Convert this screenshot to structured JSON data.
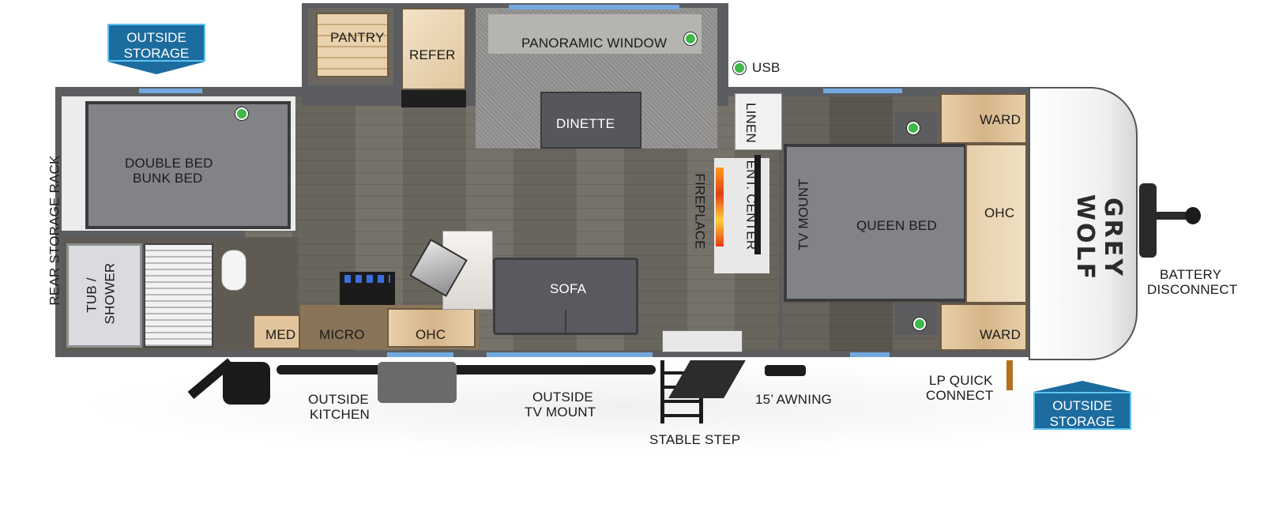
{
  "colors": {
    "usb_dot": "#3fb94a",
    "storage_badge": "#1d6c9f",
    "window": "#74a9df",
    "floor": "#6e6a62"
  },
  "badges": {
    "outside_storage_rear": {
      "line1": "OUTSIDE",
      "line2": "STORAGE"
    },
    "outside_storage_front": {
      "line1": "OUTSIDE",
      "line2": "STORAGE"
    }
  },
  "labels": {
    "pantry": "PANTRY",
    "refer": "REFER",
    "panoramic_window": "PANORAMIC WINDOW",
    "usb": "USB",
    "dinette": "DINETTE",
    "linen": "LINEN",
    "ward_top": "WARD",
    "ward_bottom": "WARD",
    "ohc_front": "OHC",
    "queen_bed": "QUEEN BED",
    "tv_mount": "TV MOUNT",
    "ent_center": "ENT. CENTER",
    "fireplace": "FIREPLACE",
    "double_bed_line1": "DOUBLE BED",
    "double_bed_line2": "BUNK BED",
    "rear_storage_rack": "REAR STORAGE RACK",
    "tub_line1": "TUB /",
    "tub_line2": "SHOWER",
    "med": "MED",
    "micro": "MICRO",
    "ohc_kitchen": "OHC",
    "sofa": "SOFA",
    "outside_kitchen_line1": "OUTSIDE",
    "outside_kitchen_line2": "KITCHEN",
    "outside_tv_line1": "OUTSIDE",
    "outside_tv_line2": "TV MOUNT",
    "stable_step": "STABLE STEP",
    "awning": "15’ AWNING",
    "lp_line1": "LP QUICK",
    "lp_line2": "CONNECT",
    "battery_line1": "BATTERY",
    "battery_line2": "DISCONNECT"
  },
  "logo": {
    "text": "GREY WOLF"
  }
}
